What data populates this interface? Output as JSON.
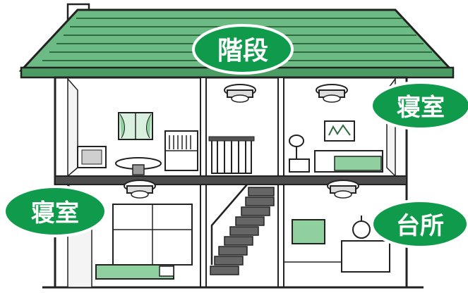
{
  "labels": {
    "stairs": "階段",
    "bedroom_upper": "寝室",
    "bedroom_lower": "寝室",
    "kitchen": "台所"
  },
  "colors": {
    "roof": "#6dbb84",
    "roof_stripe": "#2e6b3f",
    "badge": "#0f9a4c",
    "badge_text": "#ffffff",
    "outline": "#222222",
    "floor": "#4d4d4d",
    "accent_green": "#8fd09e"
  },
  "icons": [
    "smoke-detector-icon"
  ]
}
